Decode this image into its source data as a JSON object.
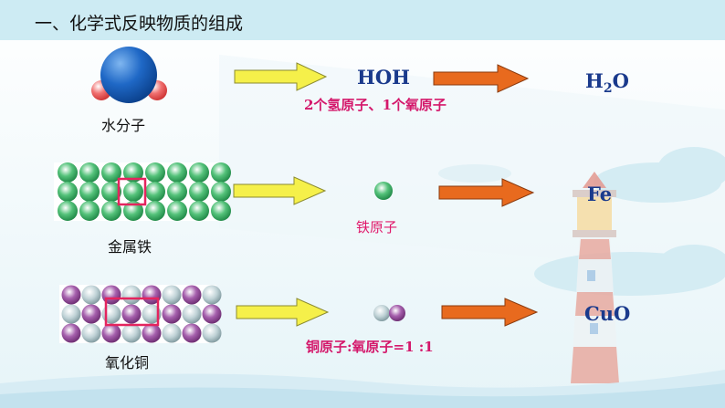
{
  "slide": {
    "title": "一、化学式反映物质的组成"
  },
  "rows": [
    {
      "caption": "水分子",
      "middle": "HOH",
      "middle_note": "2个氢原子、1个氧原子",
      "formula_main": "H",
      "formula_sub": "2",
      "formula_tail": "O"
    },
    {
      "caption": "金属铁",
      "middle_note": "铁原子",
      "formula_main": "Fe"
    },
    {
      "caption": "氧化铜",
      "middle_note": "铜原子:氧原子=1 :1",
      "formula_main": "CuO"
    }
  ],
  "colors": {
    "yellow_arrow": "#f5f04a",
    "orange_arrow": "#e86a1e",
    "formula": "#1a3a8c",
    "note": "#d4186b",
    "title_bar": "#cdebf3",
    "iron_atom": "#2ea84e",
    "copper_atom": "#9a4aa0",
    "oxygen_atom": "#b8cbd0"
  }
}
